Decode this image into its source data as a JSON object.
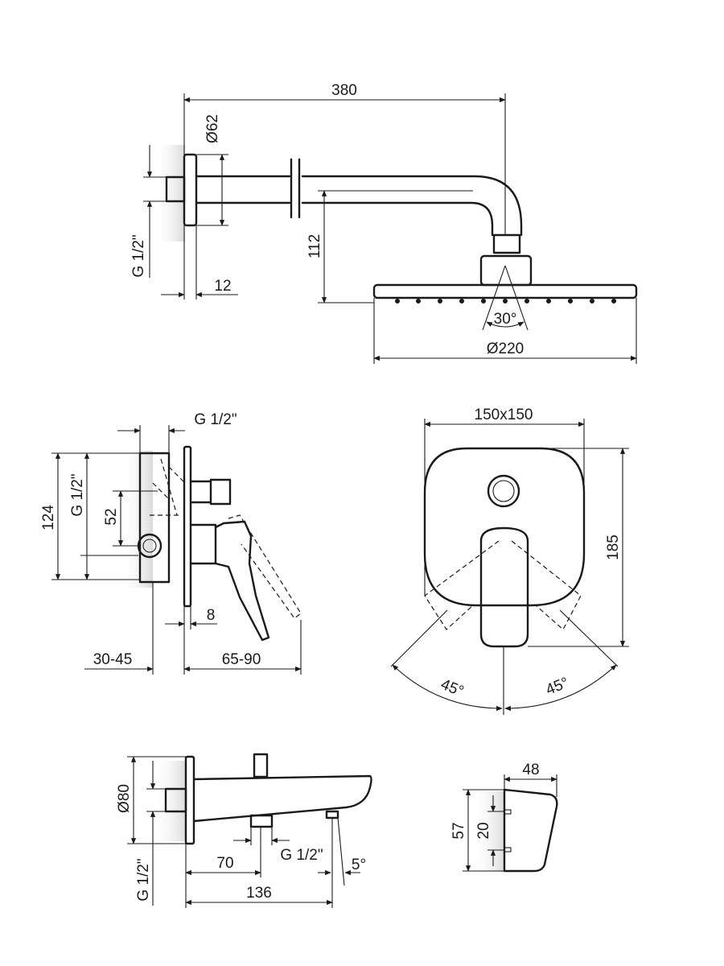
{
  "shower_head_view": {
    "arm_length": "380",
    "flange_diameter": "Ø62",
    "thread": "G 1/2\"",
    "wall_offset": "12",
    "drop_height": "112",
    "spray_angle": "30°",
    "head_diameter": "Ø220"
  },
  "mixer_side_view": {
    "thread": "G 1/2\"",
    "body_height": "124",
    "inlet_thread": "G 1/2\"",
    "port_spacing": "52",
    "plate_thickness": "8",
    "embed_depth": "30-45",
    "projection": "65-90"
  },
  "mixer_front_view": {
    "plate_size": "150x150",
    "plate_height": "185",
    "left_rotation": "45°",
    "right_rotation": "45°"
  },
  "spout_view": {
    "flange_diameter": "Ø80",
    "wall_thread": "G 1/2\"",
    "diverter_position": "70",
    "outlet_thread": "G 1/2\"",
    "outlet_angle": "5°",
    "spout_length": "136"
  },
  "holder_view": {
    "depth": "48",
    "height": "57",
    "screw_spacing": "20"
  }
}
